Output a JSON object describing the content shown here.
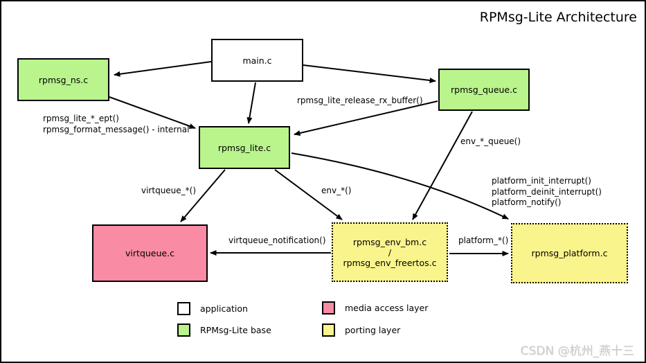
{
  "title": "RPMsg-Lite Architecture",
  "watermark": "CSDN @杭州_燕十三",
  "colors": {
    "application": "#ffffff",
    "rpmsg_lite_base": "#b9f48c",
    "media_access_layer": "#fa8ba4",
    "porting_layer": "#faf48c",
    "line": "#000000",
    "watermark": "#c9c9c9"
  },
  "nodes": {
    "main": {
      "label": "main.c"
    },
    "ns": {
      "label": "rpmsg_ns.c"
    },
    "queue": {
      "label": "rpmsg_queue.c"
    },
    "lite": {
      "label": "rpmsg_lite.c"
    },
    "virtqueue": {
      "label": "virtqueue.c"
    },
    "env": {
      "line1": "rpmsg_env_bm.c",
      "line2": "/",
      "line3": "rpmsg_env_freertos.c"
    },
    "platform": {
      "label": "rpmsg_platform.c"
    }
  },
  "edge_labels": {
    "ept_line1": "rpmsg_lite_*_ept()",
    "ept_line2": "rpmsg_format_message() - internal",
    "release_rx": "rpmsg_lite_release_rx_buffer()",
    "env_queue": "env_*_queue()",
    "platform_line1": "platform_init_interrupt()",
    "platform_line2": "platform_deinit_interrupt()",
    "platform_line3": "platform_notify()",
    "virtqueue_star": "virtqueue_*()",
    "env_star": "env_*()",
    "virtqueue_notification": "virtqueue_notification()",
    "platform_star": "platform_*()"
  },
  "legend": {
    "application": "application",
    "rpmsg_lite_base": "RPMsg-Lite base",
    "media_access_layer": "media access layer",
    "porting_layer": "porting layer"
  }
}
